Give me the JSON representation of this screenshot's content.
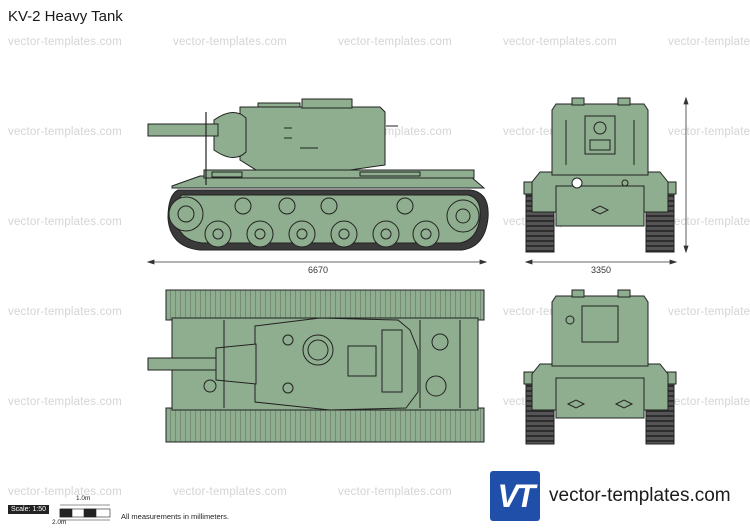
{
  "title": "KV-2 Heavy Tank",
  "watermark": "vector-templates.com",
  "dimensions": {
    "length": "6670",
    "width": "3350"
  },
  "scale": {
    "label": "Scale: 1:50",
    "top_mark": "1.0m",
    "bottom_mark": "2.0m"
  },
  "note": "All measurements in millimeters.",
  "logo": {
    "mark": "VT",
    "site": "vector-templates.com"
  },
  "colors": {
    "tank_fill": "#8fae8f",
    "outline": "#222222",
    "track": "#3a3a3a",
    "logo_bg": "#1f4fa8"
  }
}
